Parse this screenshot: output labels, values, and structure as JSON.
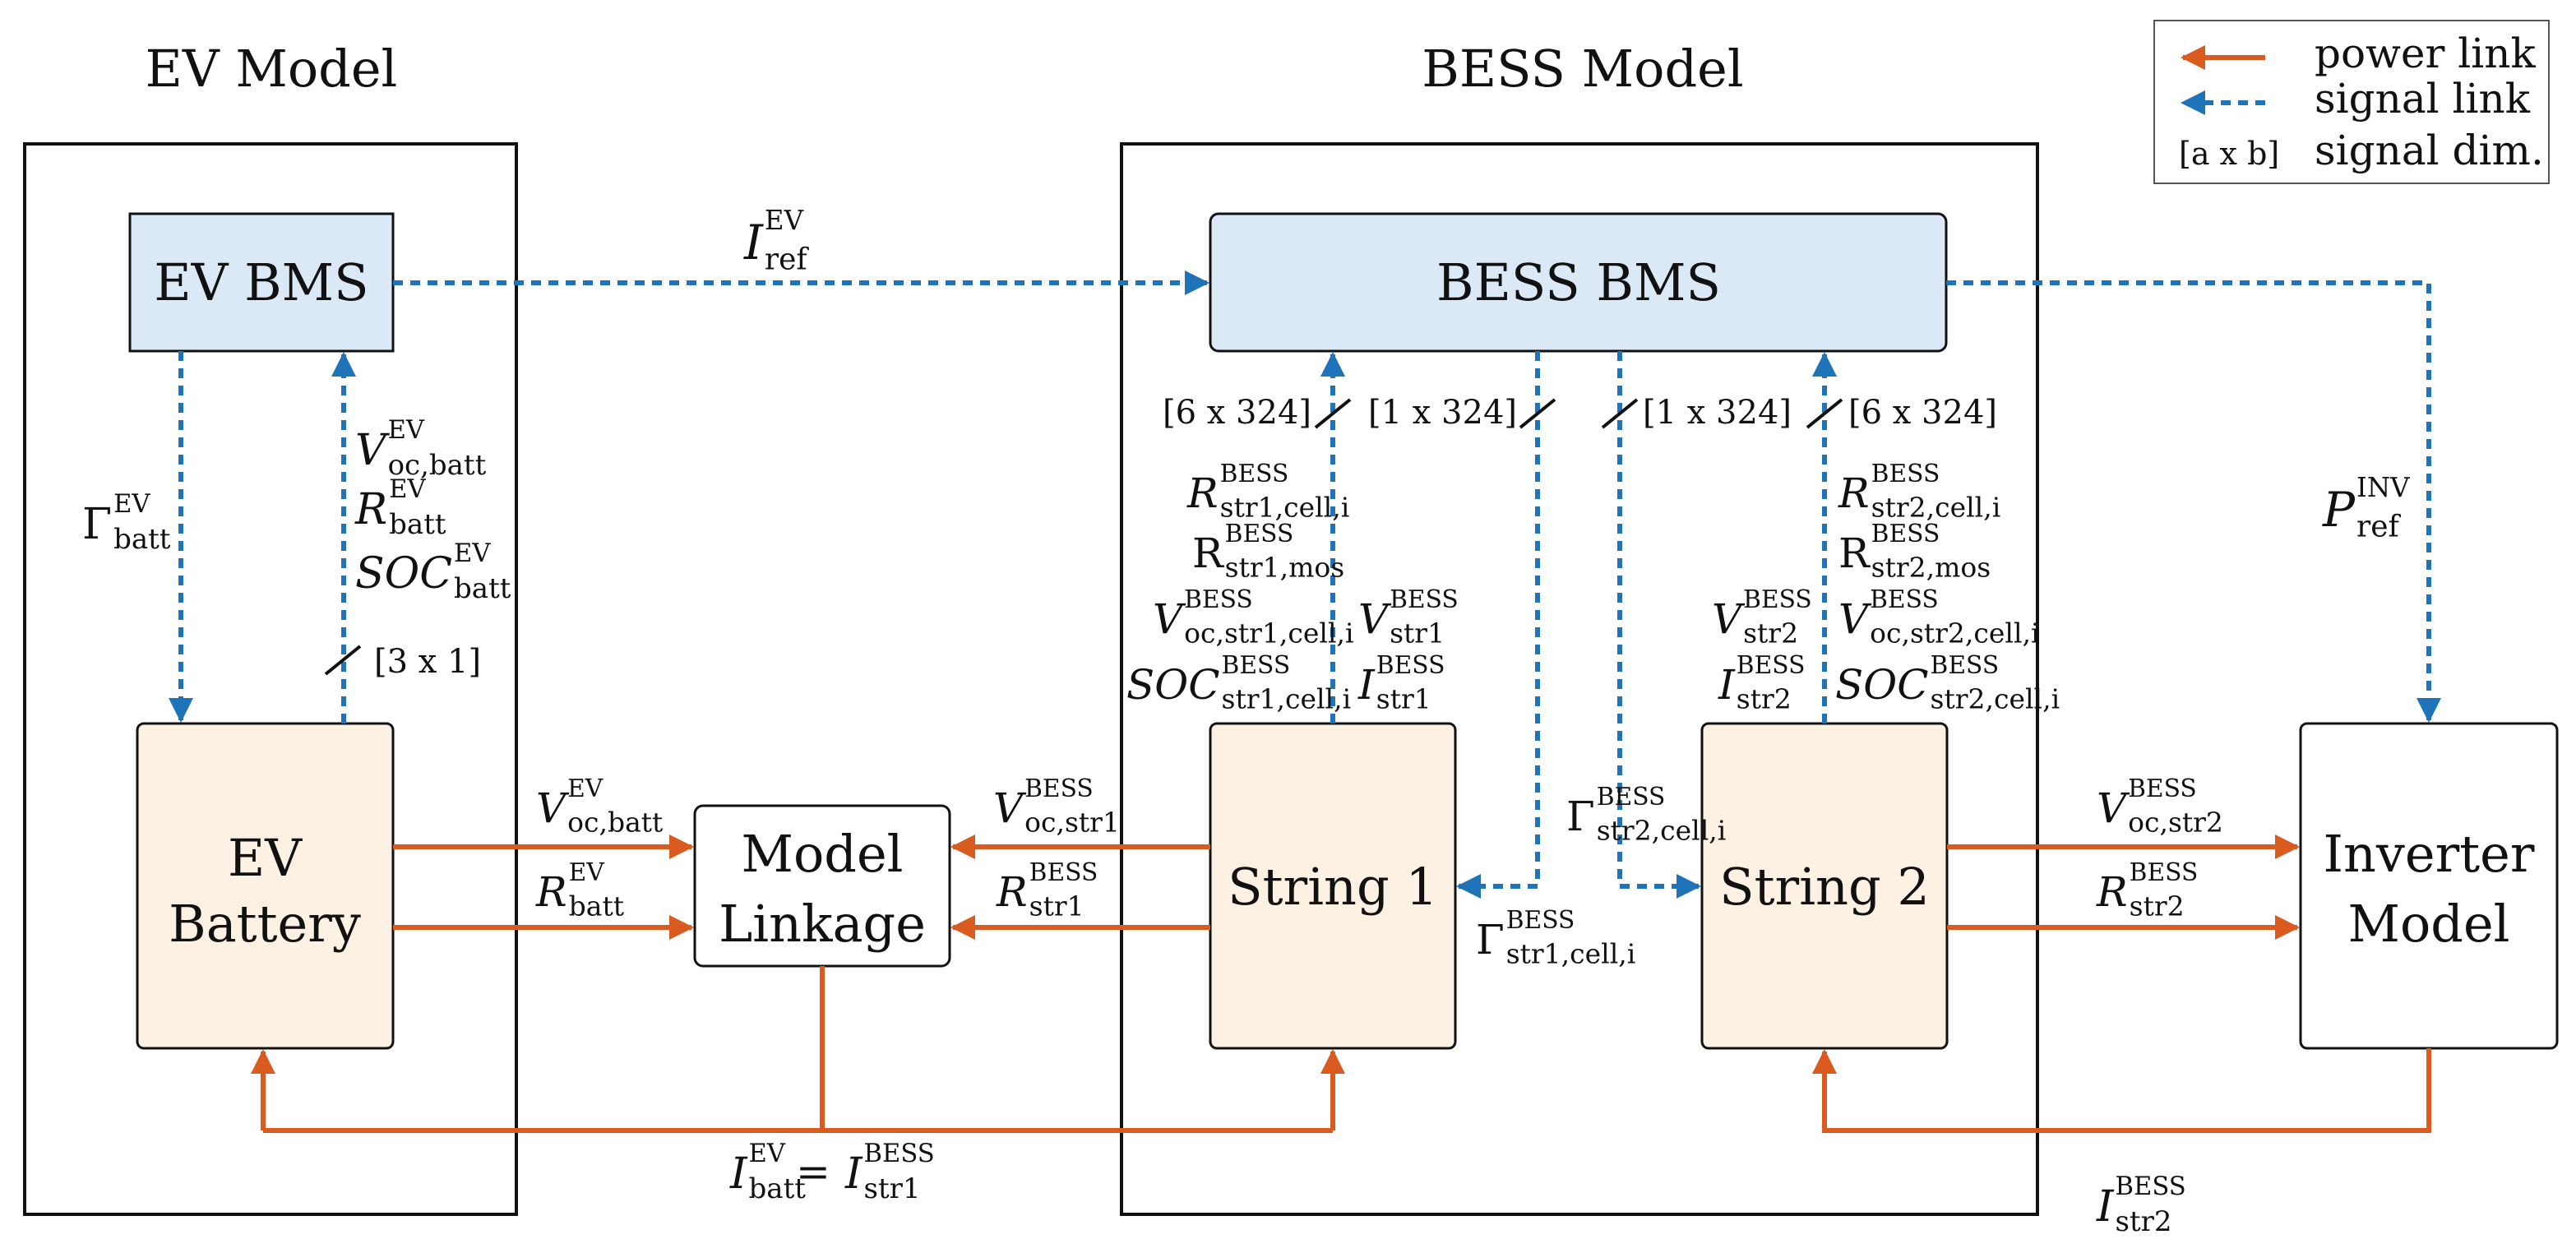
{
  "colors": {
    "power": "#d95b1f",
    "signal": "#1f73b8",
    "bms_fill": "#dbe8f5",
    "battery_fill": "#fdf1e3",
    "frame": "#111111"
  },
  "legend": {
    "power_link": "power link",
    "signal_link": "signal link",
    "dim_box": "[a x b]",
    "signal_dim": "signal dim."
  },
  "frames": {
    "ev_title": "EV Model",
    "bess_title": "BESS Model"
  },
  "blocks": {
    "ev_bms": "EV BMS",
    "bess_bms": "BESS BMS",
    "ev_battery": [
      "EV",
      "Battery"
    ],
    "model_linkage": [
      "Model",
      "Linkage"
    ],
    "string1": "String 1",
    "string2": "String 2",
    "inverter": [
      "Inverter",
      "Model"
    ]
  },
  "dims": {
    "ev": "[3 x 1]",
    "s1_up": "[6 x 324]",
    "s1_down": "[1 x 324]",
    "s2_down": "[1 x 324]",
    "s2_up": "[6 x 324]"
  },
  "labels": {
    "iref_ev": {
      "main": "I",
      "sub": "ref",
      "sup": "EV"
    },
    "gamma_batt_ev": {
      "main": "Γ",
      "sub": "batt",
      "sup": "EV"
    },
    "voc_batt_ev": {
      "main": "V",
      "sub": "oc,batt",
      "sup": "EV"
    },
    "r_batt_ev": {
      "main": "R",
      "sub": "batt",
      "sup": "EV"
    },
    "soc_batt_ev": {
      "main": "SOC",
      "sub": "batt",
      "sup": "EV"
    },
    "p_ref_inv": {
      "main": "P",
      "sub": "ref",
      "sup": "INV"
    },
    "r_str1_cell": {
      "main": "R",
      "sub": "str1,cell,i",
      "sup": "BESS"
    },
    "r_str1_mos": {
      "main": "R",
      "sub": "str1,mos",
      "sup": "BESS"
    },
    "voc_str1_cell": {
      "main": "V",
      "sub": "oc,str1,cell,i",
      "sup": "BESS"
    },
    "soc_str1_cell": {
      "main": "SOC",
      "sub": "str1,cell,i",
      "sup": "BESS"
    },
    "v_str1": {
      "main": "V",
      "sub": "str1",
      "sup": "BESS"
    },
    "i_str1": {
      "main": "I",
      "sub": "str1",
      "sup": "BESS"
    },
    "r_str2_cell": {
      "main": "R",
      "sub": "str2,cell,i",
      "sup": "BESS"
    },
    "r_str2_mos": {
      "main": "R",
      "sub": "str2,mos",
      "sup": "BESS"
    },
    "voc_str2_cell": {
      "main": "V",
      "sub": "oc,str2,cell,i",
      "sup": "BESS"
    },
    "soc_str2_cell": {
      "main": "SOC",
      "sub": "str2,cell,i",
      "sup": "BESS"
    },
    "v_str2": {
      "main": "V",
      "sub": "str2",
      "sup": "BESS"
    },
    "i_str2": {
      "main": "I",
      "sub": "str2",
      "sup": "BESS"
    },
    "gamma_str2_cell": {
      "main": "Γ",
      "sub": "str2,cell,i",
      "sup": "BESS"
    },
    "gamma_str1_cell": {
      "main": "Γ",
      "sub": "str1,cell,i",
      "sup": "BESS"
    },
    "voc_batt_ev_link": {
      "main": "V",
      "sub": "oc,batt",
      "sup": "EV"
    },
    "r_batt_ev_link": {
      "main": "R",
      "sub": "batt",
      "sup": "EV"
    },
    "voc_str1_link": {
      "main": "V",
      "sub": "oc,str1",
      "sup": "BESS"
    },
    "r_str1_link": {
      "main": "R",
      "sub": "str1",
      "sup": "BESS"
    },
    "voc_str2_link": {
      "main": "V",
      "sub": "oc,str2",
      "sup": "BESS"
    },
    "r_str2_link": {
      "main": "R",
      "sub": "str2",
      "sup": "BESS"
    },
    "i_batt_ev_eq": {
      "main": "I",
      "sub": "batt",
      "sup": "EV"
    },
    "equals": "=",
    "i_str1_eq": {
      "main": "I",
      "sub": "str1",
      "sup": "BESS"
    },
    "i_str2_bottom": {
      "main": "I",
      "sub": "str2",
      "sup": "BESS"
    }
  }
}
